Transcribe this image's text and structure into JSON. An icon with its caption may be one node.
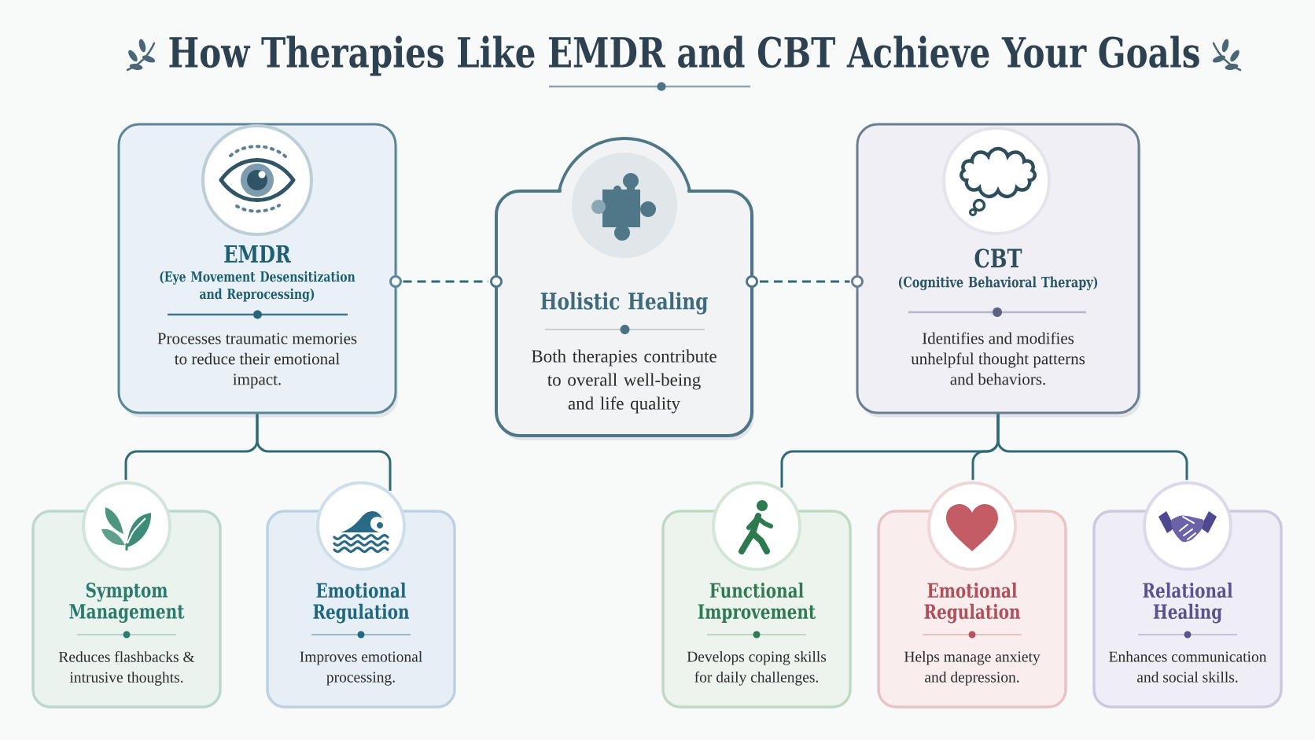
{
  "diagram": {
    "title": "How Therapies Like EMDR and CBT Achieve Your Goals",
    "nodes": [
      {
        "text": [
          "EMDR",
          "(Eye Movement Desensitization and Reprocessing)",
          "Processes traumatic memories to reduce their emotional impact."
        ]
      },
      {
        "text": [
          "Holistic Healing",
          "Both therapies contribute to overall well-being and life quality"
        ]
      },
      {
        "text": [
          "CBT",
          "(Cognitive Behavioral Therapy)",
          "Identifies and modifies unhelpful thought patterns and behaviors."
        ]
      },
      {
        "text": [
          "Symptom Management",
          "Reduces flashbacks & intrusive thoughts."
        ]
      },
      {
        "text": [
          "Emotional Regulation",
          "Improves emotional processing."
        ]
      },
      {
        "text": [
          "Functional Improvement",
          "Develops coping skills for daily challenges."
        ]
      },
      {
        "text": [
          "Emotional Regulation",
          "Helps manage anxiety and depression."
        ]
      },
      {
        "text": [
          "Relational Healing",
          "Enhances communication and social skills."
        ]
      }
    ],
    "edges": [
      {
        "from": 0,
        "to": 1,
        "arrow": "none",
        "style": "dashed"
      },
      {
        "from": 1,
        "to": 2,
        "arrow": "none",
        "style": "dashed"
      },
      {
        "from": 0,
        "to": 3,
        "arrow": "none"
      },
      {
        "from": 0,
        "to": 4,
        "arrow": "none"
      },
      {
        "from": 2,
        "to": 5,
        "arrow": "none"
      },
      {
        "from": 2,
        "to": 6,
        "arrow": "none"
      },
      {
        "from": 2,
        "to": 7,
        "arrow": "none"
      }
    ]
  }
}
